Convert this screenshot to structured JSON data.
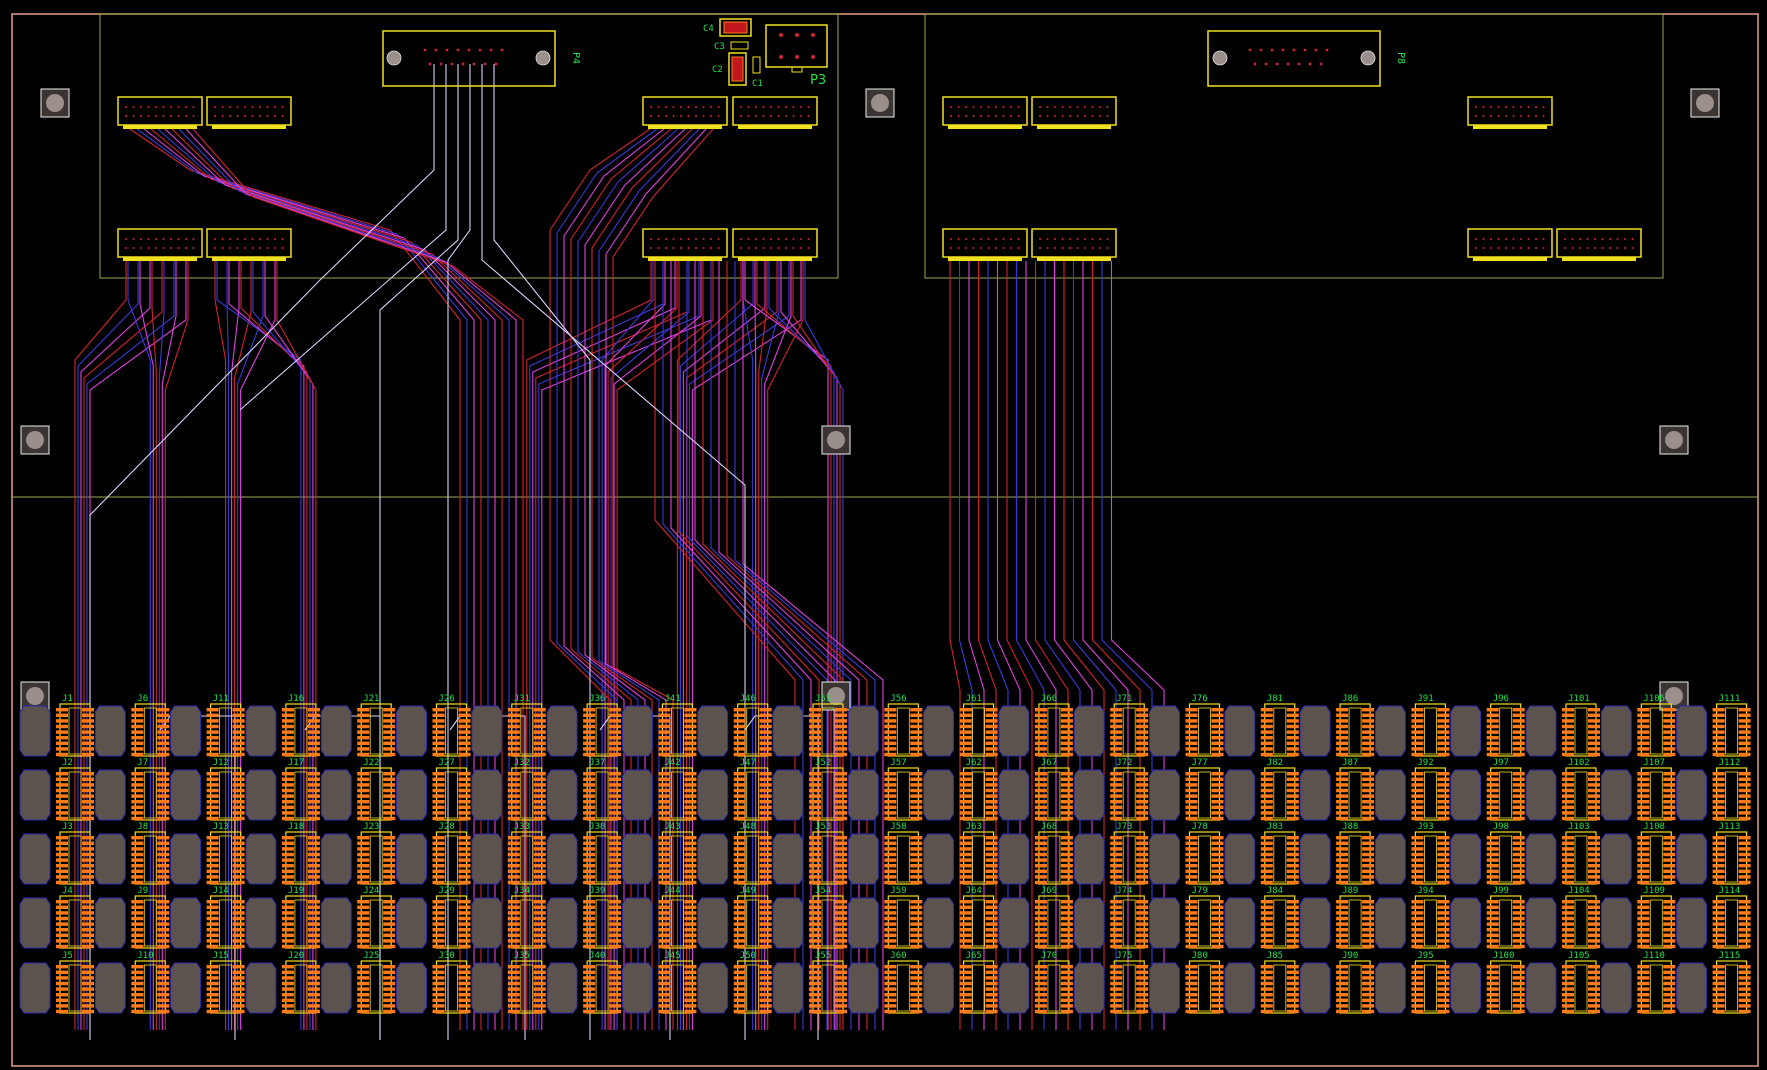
{
  "colors": {
    "background": "#000000",
    "board_outline": "#e0a080",
    "panel_outline": "#9aa84a",
    "silkscreen": "#f0e020",
    "ref_text": "#22e04a",
    "pad": "#ff7a1a",
    "pad_core": "#c0181c",
    "body_fill": "#5c534e",
    "body_edge": "#2a2aaa",
    "mount_hole": "#9a8f8a",
    "trace_red": "#d0242c",
    "trace_blue": "#3a3ad8",
    "trace_magenta": "#e040e0",
    "trace_white": "#d8d0f8"
  },
  "designators": {
    "top_left_connector": "P4",
    "top_right_connector": "P8",
    "power_header": "P3",
    "caps": [
      "C4",
      "C3",
      "C2",
      "C1"
    ],
    "bottom_grid": [
      [
        "J1",
        "J6",
        "J11",
        "J16",
        "J21",
        "J26",
        "J31",
        "J36",
        "J41",
        "J46",
        "J51",
        "J56",
        "J61",
        "J66",
        "J71",
        "J76",
        "J81",
        "J86",
        "J91",
        "J96",
        "J101",
        "J106",
        "J111"
      ],
      [
        "J2",
        "J7",
        "J12",
        "J17",
        "J22",
        "J27",
        "J32",
        "J37",
        "J42",
        "J47",
        "J52",
        "J57",
        "J62",
        "J67",
        "J72",
        "J77",
        "J82",
        "J87",
        "J92",
        "J97",
        "J102",
        "J107",
        "J112"
      ],
      [
        "J3",
        "J8",
        "J13",
        "J18",
        "J23",
        "J28",
        "J33",
        "J38",
        "J43",
        "J48",
        "J53",
        "J58",
        "J63",
        "J68",
        "J73",
        "J78",
        "J83",
        "J88",
        "J93",
        "J98",
        "J103",
        "J108",
        "J113"
      ],
      [
        "J4",
        "J9",
        "J14",
        "J19",
        "J24",
        "J29",
        "J34",
        "J39",
        "J44",
        "J49",
        "J54",
        "J59",
        "J64",
        "J69",
        "J74",
        "J79",
        "J84",
        "J89",
        "J94",
        "J99",
        "J104",
        "J109",
        "J114"
      ],
      [
        "J5",
        "J10",
        "J15",
        "J20",
        "J25",
        "J30",
        "J35",
        "J40",
        "J45",
        "J50",
        "J55",
        "J60",
        "J65",
        "J70",
        "J75",
        "J80",
        "J85",
        "J90",
        "J95",
        "J100",
        "J105",
        "J110",
        "J115"
      ]
    ]
  }
}
